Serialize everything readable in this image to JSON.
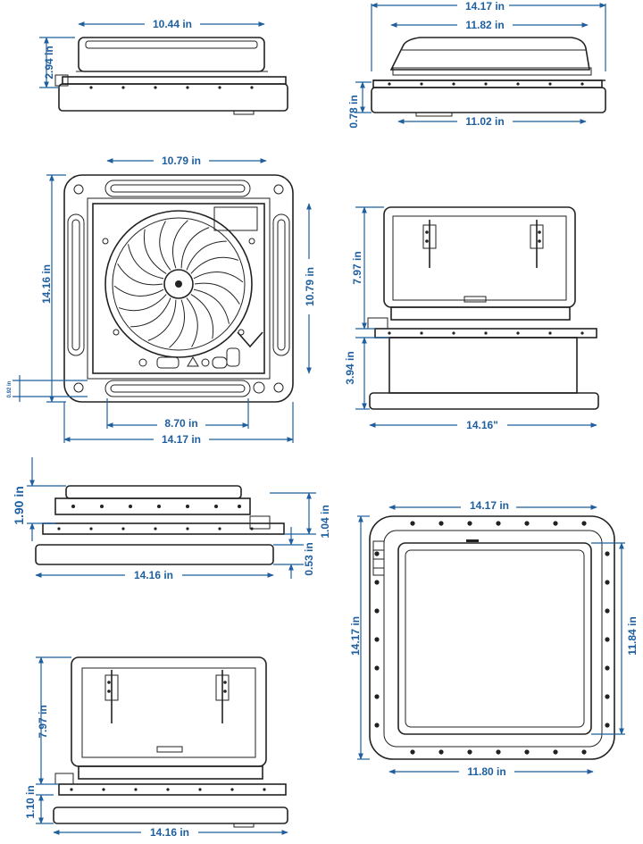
{
  "colors": {
    "dimension": "#1f5f9e",
    "outline": "#222222",
    "background": "#ffffff"
  },
  "views": {
    "front_closed": {
      "width": "10.44 in",
      "height": "2.94 in"
    },
    "side_closed": {
      "overall": "14.17 in",
      "inner": "11.82 in",
      "base": "11.02 in",
      "flange": "0.78 in"
    },
    "top": {
      "top_opening": "10.79 in",
      "side_opening": "10.79 in",
      "outer_height": "14.16 in",
      "small_offset": "0.92 in",
      "bottom_opening": "8.70 in",
      "outer_width": "14.17 in"
    },
    "side_open": {
      "lid_height": "7.97 in",
      "base_height": "3.94 in",
      "width": "14.16\""
    },
    "front_low": {
      "top_height": "1.90 in",
      "right_upper": "1.04 in",
      "right_lower": "0.53 in",
      "width": "14.16 in"
    },
    "bottom": {
      "outer_width": "14.17 in",
      "outer_height": "14.17 in",
      "inner_height": "11.84 in",
      "inner_width": "11.80 in"
    },
    "front_open": {
      "lid_height": "7.97 in",
      "base_height": "1.10 in",
      "width": "14.16 in"
    }
  }
}
